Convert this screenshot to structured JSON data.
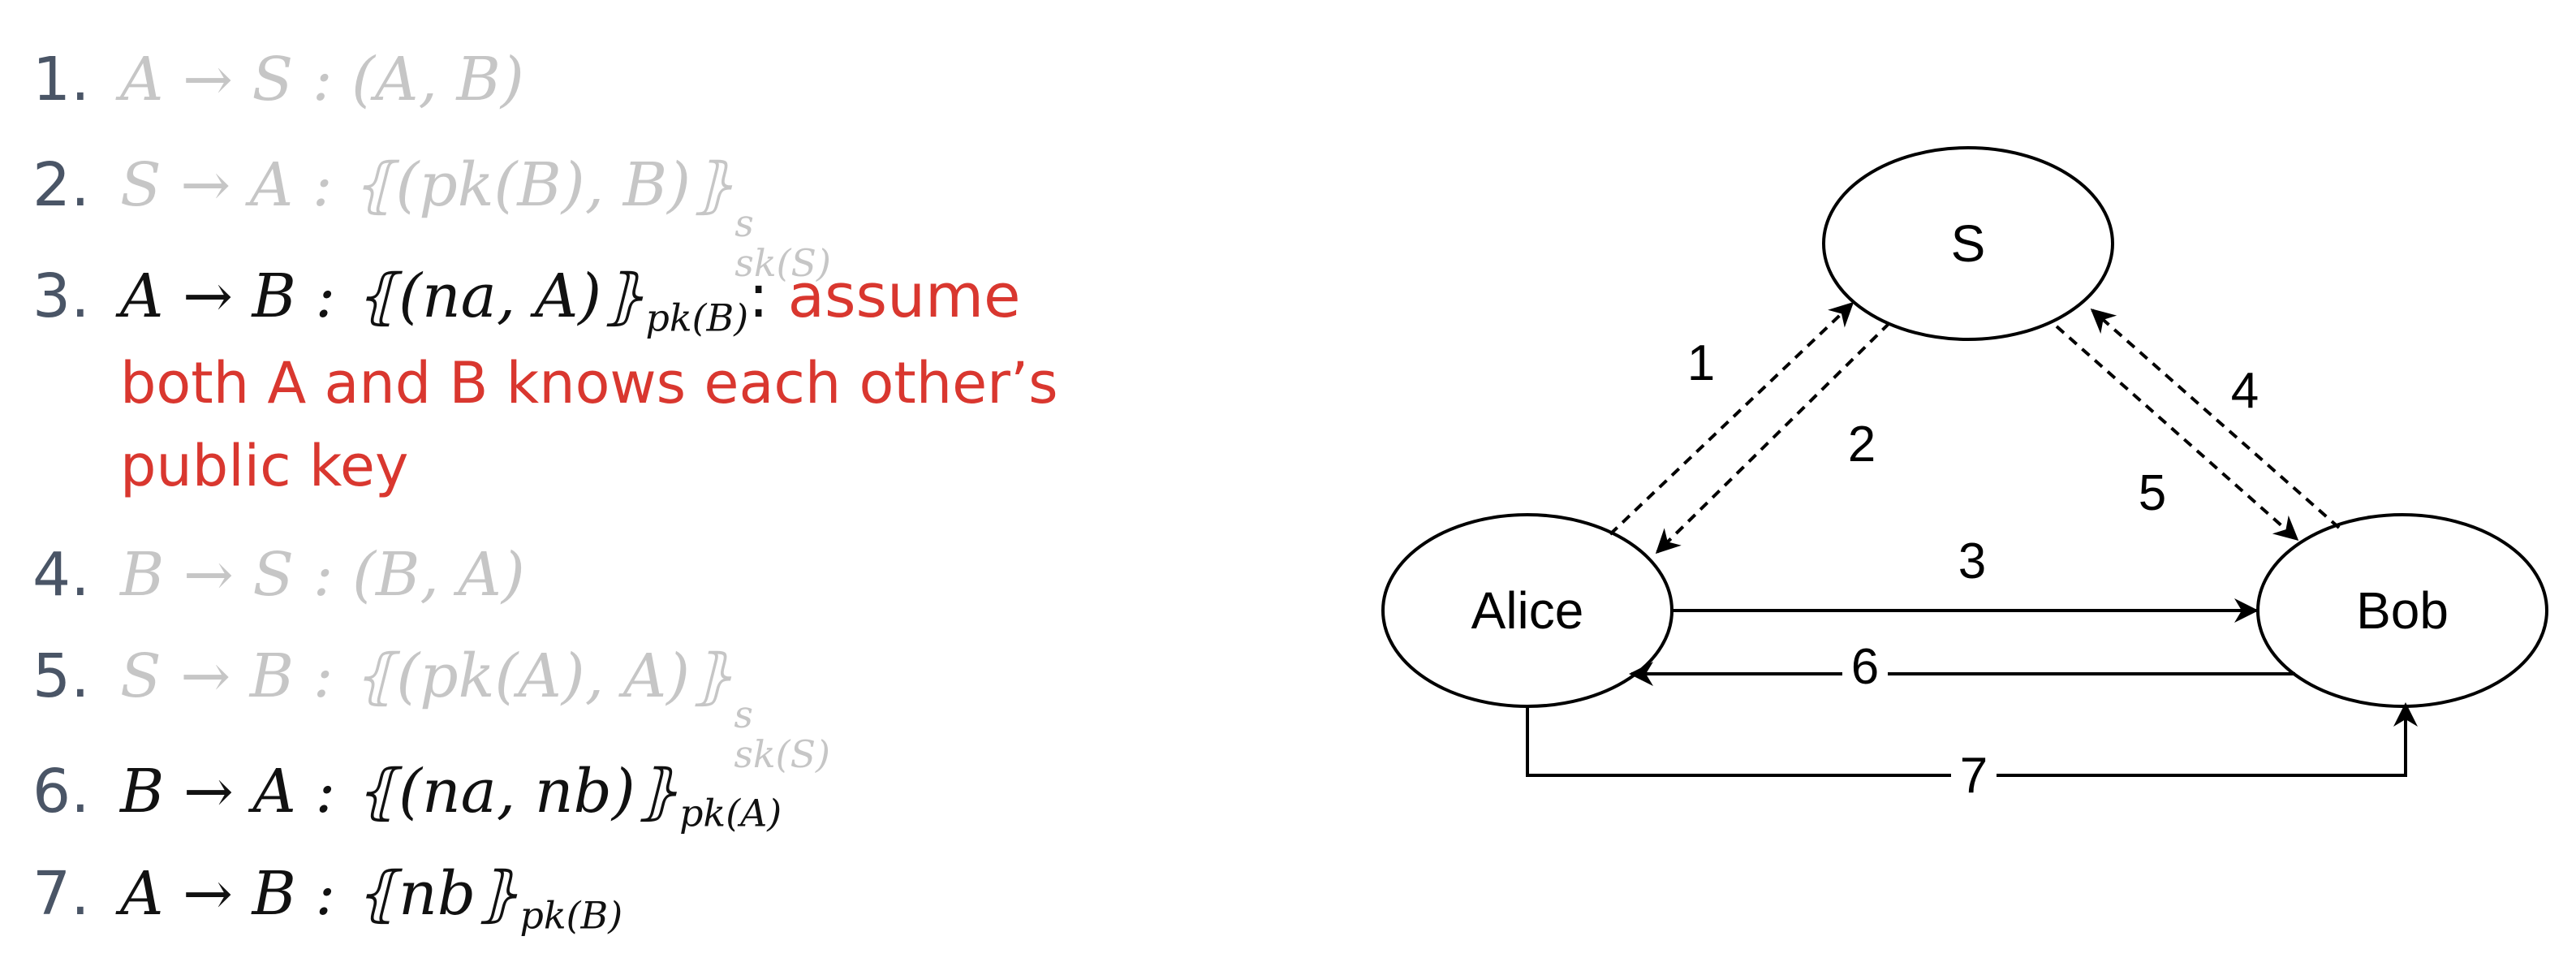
{
  "steps": [
    {
      "num": "1.",
      "msg": "A → S : (A, B)",
      "style": "faded"
    },
    {
      "num": "2.",
      "msg_main": "S → A : ⦃(pk(B), B)⦄",
      "sup": "s",
      "sub": "sk(S)",
      "style": "faded"
    },
    {
      "num": "3.",
      "msg_main": "A → B : ⦃(na, A)⦄",
      "sub": "pk(B)",
      "colon": ":",
      "note_lines": [
        "assume",
        "both A and B knows each other’s",
        "public key"
      ],
      "style": "dark"
    },
    {
      "num": "4.",
      "msg": "B → S : (B, A)",
      "style": "faded"
    },
    {
      "num": "5.",
      "msg_main": "S → B : ⦃(pk(A), A)⦄",
      "sup": "s",
      "sub": "sk(S)",
      "style": "faded"
    },
    {
      "num": "6.",
      "msg_main": "B → A : ⦃(na, nb)⦄",
      "sub": "pk(A)",
      "style": "dark"
    },
    {
      "num": "7.",
      "msg_main": "A → B : ⦃nb⦄",
      "sub": "pk(B)",
      "style": "dark"
    }
  ],
  "diagram": {
    "nodes": {
      "server": "S",
      "alice": "Alice",
      "bob": "Bob"
    },
    "edges": [
      {
        "label": "1",
        "from": "Alice",
        "to": "S",
        "style": "dashed"
      },
      {
        "label": "2",
        "from": "S",
        "to": "Alice",
        "style": "dashed"
      },
      {
        "label": "3",
        "from": "Alice",
        "to": "Bob",
        "style": "solid"
      },
      {
        "label": "4",
        "from": "Bob",
        "to": "S",
        "style": "dashed"
      },
      {
        "label": "5",
        "from": "S",
        "to": "Bob",
        "style": "dashed"
      },
      {
        "label": "6",
        "from": "Bob",
        "to": "Alice",
        "style": "solid"
      },
      {
        "label": "7",
        "from": "Alice",
        "to": "Bob",
        "style": "solid"
      }
    ]
  },
  "colors": {
    "faded": "#c6c6c6",
    "dark": "#111111",
    "note": "#d9372f",
    "number": "#4a5566"
  }
}
